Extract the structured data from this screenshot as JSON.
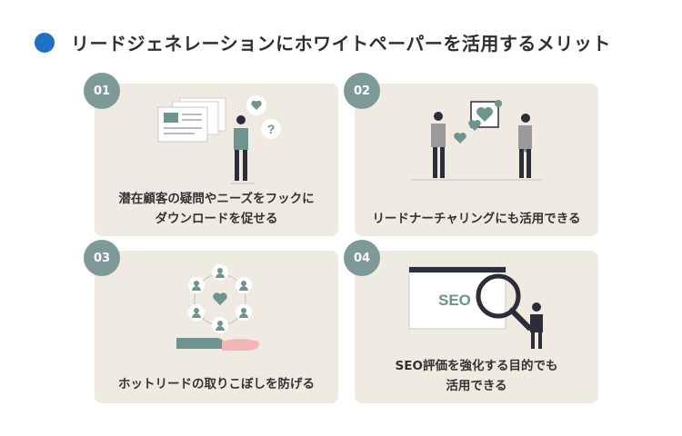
{
  "title": "リードジェネレーションにホワイトペーパーを活用するメリット",
  "colors": {
    "accent_dot": "#1f6fc4",
    "card_bg": "#efebe2",
    "badge": "#7d9a98",
    "teal": "#6f9490",
    "pink": "#f4b5b5"
  },
  "cards": [
    {
      "number": "01",
      "lines": [
        "潜在顧客の疑問やニーズをフックに",
        "ダウンロードを促せる"
      ],
      "icons": [
        "document-icon",
        "heart-bubble-icon",
        "question-bubble-icon",
        "person-icon"
      ]
    },
    {
      "number": "02",
      "lines": [
        "リードナーチャリングにも活用できる"
      ],
      "icons": [
        "person-icon",
        "heart-icon",
        "heart-frame-icon"
      ]
    },
    {
      "number": "03",
      "lines": [
        "ホットリードの取りこぼしを防げる"
      ],
      "icons": [
        "user-network-icon",
        "heart-icon",
        "hands-icon"
      ]
    },
    {
      "number": "04",
      "lines": [
        "SEO評価を強化する目的でも",
        "活用できる"
      ],
      "icons": [
        "browser-window-icon",
        "magnifier-icon",
        "person-icon"
      ],
      "seo_label": "SEO"
    }
  ]
}
